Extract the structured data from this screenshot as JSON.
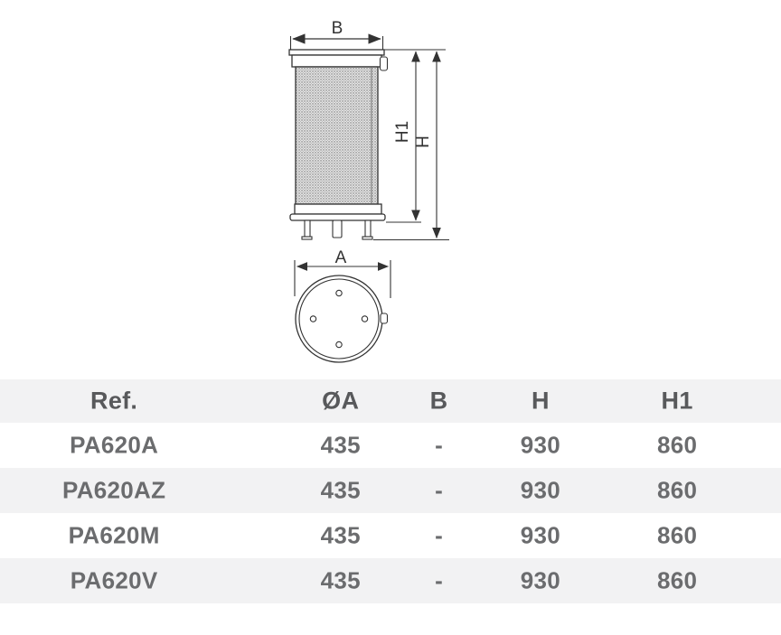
{
  "diagram": {
    "side_view": {
      "top_width_label": "B",
      "inner_height_label": "H1",
      "outer_height_label": "H"
    },
    "bottom_view": {
      "diameter_label": "A"
    }
  },
  "table": {
    "columns": [
      {
        "key": "ref",
        "label": "Ref."
      },
      {
        "key": "oa",
        "label": "ØA"
      },
      {
        "key": "b",
        "label": "B"
      },
      {
        "key": "h",
        "label": "H"
      },
      {
        "key": "h1",
        "label": "H1"
      }
    ],
    "rows": [
      {
        "ref": "PA620A",
        "oa": "435",
        "b": "-",
        "h": "930",
        "h1": "860"
      },
      {
        "ref": "PA620AZ",
        "oa": "435",
        "b": "-",
        "h": "930",
        "h1": "860"
      },
      {
        "ref": "PA620M",
        "oa": "435",
        "b": "-",
        "h": "930",
        "h1": "860"
      },
      {
        "ref": "PA620V",
        "oa": "435",
        "b": "-",
        "h": "930",
        "h1": "860"
      }
    ]
  },
  "colors": {
    "stripe": "#f2f2f3",
    "header_text": "#58595b",
    "cell_text": "#6b6c6e",
    "line": "#333333"
  }
}
